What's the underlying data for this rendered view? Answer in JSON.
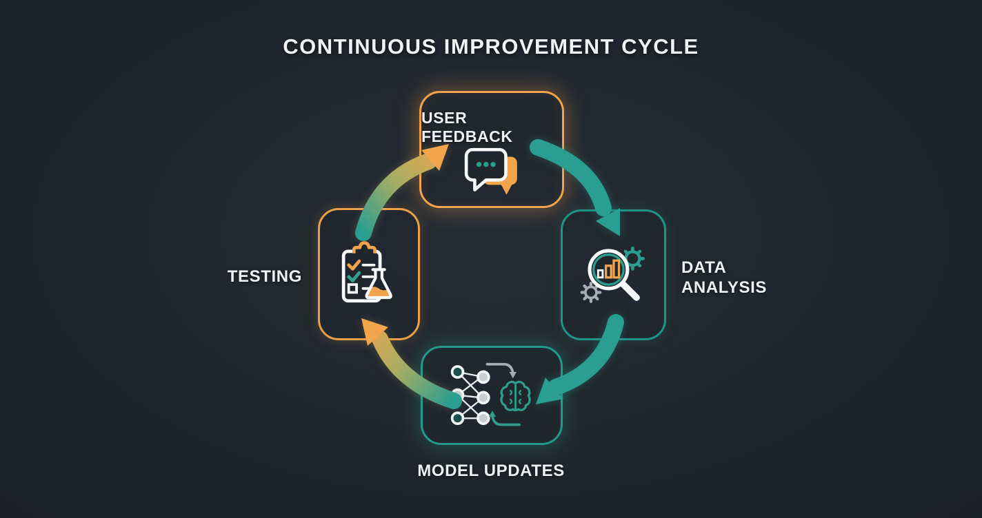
{
  "title": "CONTINUOUS IMPROVEMENT CYCLE",
  "colors": {
    "background": "#20262d",
    "orange_accent": "#f2a44c",
    "teal_accent": "#2a9e90",
    "text": "#eef1f3"
  },
  "diagram": {
    "type": "cycle",
    "direction": "clockwise",
    "nodes": [
      {
        "id": "user-feedback",
        "label": "USER FEEDBACK",
        "icon": "chat-bubbles-icon",
        "accent_color": "#f2a44c",
        "position": "top",
        "label_placement": "inside-top"
      },
      {
        "id": "data-analysis",
        "label": "DATA ANALYSIS",
        "icon": "magnifier-bar-chart-icon",
        "accent_color": "#1f9488",
        "position": "right",
        "label_placement": "outside-right"
      },
      {
        "id": "model-updates",
        "label": "MODEL UPDATES",
        "icon": "neural-network-brain-icon",
        "accent_color": "#259a8c",
        "position": "bottom",
        "label_placement": "outside-below"
      },
      {
        "id": "testing",
        "label": "TESTING",
        "icon": "clipboard-checklist-flask-icon",
        "accent_color": "#ec9f47",
        "position": "left",
        "label_placement": "outside-left"
      }
    ],
    "arrows": [
      {
        "from": "user-feedback",
        "to": "data-analysis",
        "style": "solid-teal"
      },
      {
        "from": "data-analysis",
        "to": "model-updates",
        "style": "solid-teal"
      },
      {
        "from": "model-updates",
        "to": "testing",
        "style": "teal-to-orange-gradient"
      },
      {
        "from": "testing",
        "to": "user-feedback",
        "style": "teal-to-orange-gradient"
      }
    ]
  }
}
